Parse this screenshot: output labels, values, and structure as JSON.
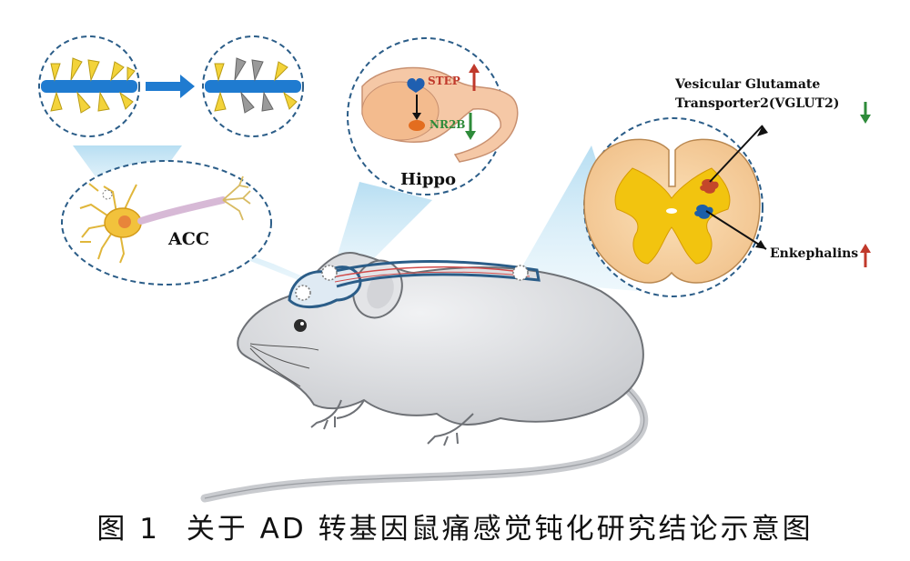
{
  "labels": {
    "acc": "ACC",
    "hippo": "Hippo",
    "step": "STEP",
    "nr2b": "NR2B",
    "vglut2_line1": "Vesicular Glutamate",
    "vglut2_line2": "Transporter2(VGLUT2)",
    "enkephalins": "Enkephalins"
  },
  "indicators": {
    "step": "up",
    "nr2b": "down",
    "vglut2": "down",
    "enkephalins": "up"
  },
  "colors": {
    "up_arrow": "#c0392b",
    "down_arrow": "#2e8b3a",
    "circle_border": "#2b5d88",
    "spotlight": "#a8d8ef"
  },
  "caption": {
    "figure": "图 1",
    "text": "关于 AD 转基因鼠痛感觉钝化研究结论示意图"
  }
}
